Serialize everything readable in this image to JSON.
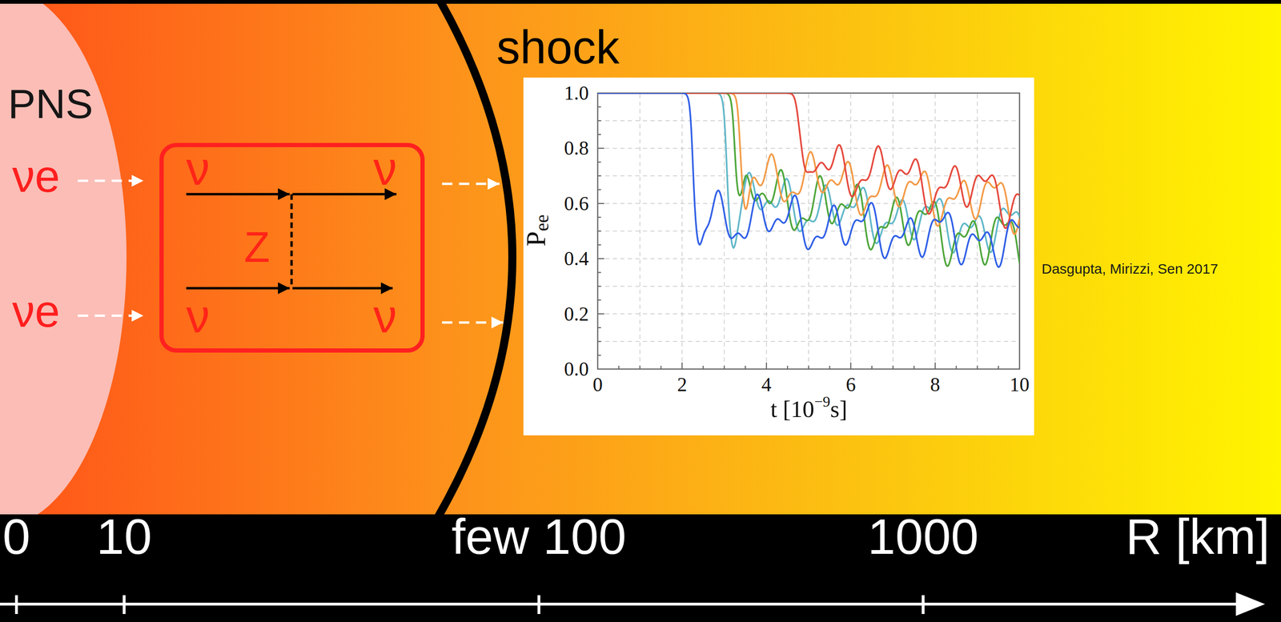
{
  "diagram": {
    "nodes": [
      {
        "text": [
          "PNS",
          "νe",
          "νe"
        ]
      },
      {
        "text": [
          "ν",
          "ν",
          "Z",
          "ν",
          "ν"
        ]
      }
    ],
    "edges": [
      {
        "from": 0,
        "to": 1,
        "arrow": "to"
      },
      {
        "from": 0,
        "to": 1,
        "arrow": "to"
      }
    ],
    "labels": [
      "shock",
      "1.0",
      "0.8",
      "0.6",
      "0.4",
      "0.2",
      "0.0",
      "0",
      "2",
      "4",
      "6",
      "8",
      "10",
      "P",
      "ee",
      "t [10",
      "−9",
      "s]",
      "Dasgupta, Mirizzi, Sen 2017",
      "0",
      "10",
      "few 100",
      "1000",
      "R [km]"
    ]
  }
}
